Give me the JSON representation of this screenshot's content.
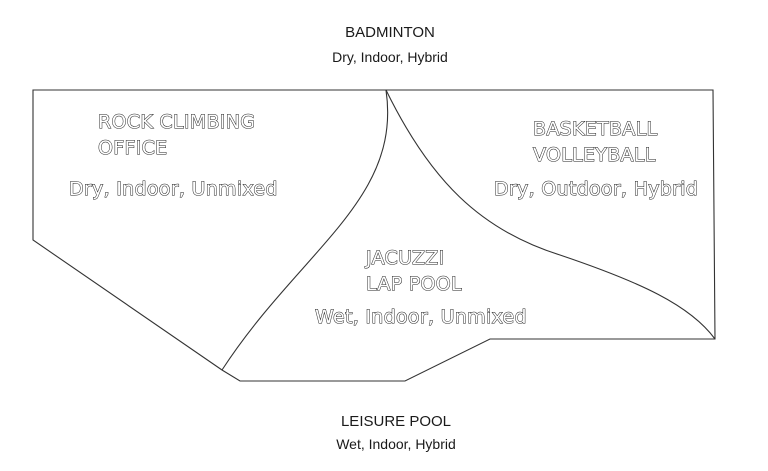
{
  "diagram": {
    "zones": {
      "badminton": {
        "name": "BADMINTON",
        "attributes": "Dry, Indoor, Hybrid"
      },
      "rock_climbing": {
        "names": [
          "ROCK CLIMBING",
          "OFFICE"
        ],
        "attributes": "Dry, Indoor, Unmixed"
      },
      "basketball": {
        "names": [
          "BASKETBALL",
          "VOLLEYBALL"
        ],
        "attributes": "Dry, Outdoor, Hybrid"
      },
      "jacuzzi": {
        "names": [
          "JACUZZI",
          "LAP POOL"
        ],
        "attributes": "Wet, Indoor, Unmixed"
      },
      "leisure_pool": {
        "name": "LEISURE POOL",
        "attributes": "Wet, Indoor, Hybrid"
      }
    },
    "line_color": "#333333"
  }
}
